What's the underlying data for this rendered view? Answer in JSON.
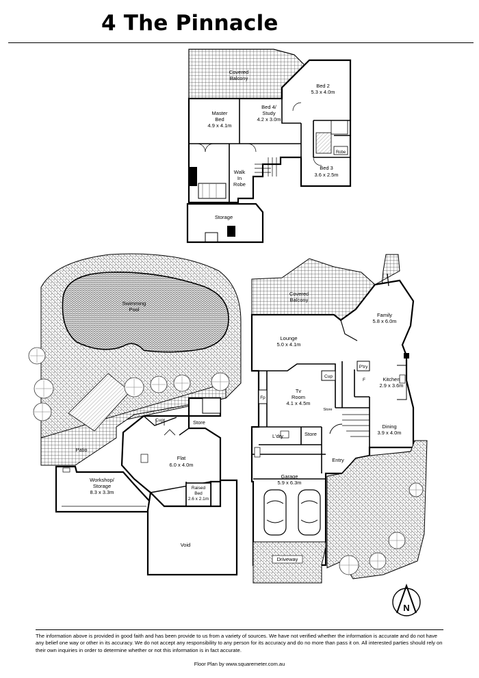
{
  "title": "4 The Pinnacle",
  "upper_floor": {
    "covered_balcony": [
      "Covered",
      "Balcony"
    ],
    "master_bed": {
      "name": [
        "Master",
        "Bed"
      ],
      "size": "4.9 x 4.1m"
    },
    "bed4": {
      "name": [
        "Bed 4/",
        "Study"
      ],
      "size": "4.2 x 3.0m"
    },
    "bed2": {
      "name": "Bed 2",
      "size": "5.3 x 4.0m"
    },
    "bed3": {
      "name": "Bed 3",
      "size": "3.6 x 2.5m"
    },
    "walk_in_robe": [
      "Walk",
      "In",
      "Robe"
    ],
    "robe": "Robe",
    "storage": "Storage"
  },
  "lower_left": {
    "pool": [
      "Swimming",
      "Pool"
    ],
    "patio": "Patio",
    "cup": "Cup",
    "store": "Store",
    "flat": {
      "name": "Flat",
      "size": "6.0 x 4.0m"
    },
    "raised_bed": {
      "name": [
        "Raised",
        "Bed"
      ],
      "size": "2.6 x 2.1m"
    },
    "workshop": {
      "name": [
        "Workshop/",
        "Storage"
      ],
      "size": "8.3 x 3.3m"
    },
    "void": "Void"
  },
  "lower_right": {
    "covered_balcony": [
      "Covered",
      "Balcony"
    ],
    "family": {
      "name": "Family",
      "size": "5.8 x 6.0m"
    },
    "lounge": {
      "name": "Lounge",
      "size": "5.0 x 4.1m"
    },
    "pantry": "P'try",
    "fridge": "F",
    "kitchen": {
      "name": "Kitchen",
      "size": "2.9 x 3.6m"
    },
    "cup": "Cup",
    "fp": "Fp",
    "tv_room": {
      "name": [
        "Tv",
        "Room"
      ],
      "size": "4.1 x 4.5m"
    },
    "store_small": "Store",
    "dining": {
      "name": "Dining",
      "size": "3.9 x 4.0m"
    },
    "laundry": "L'dry",
    "store": "Store",
    "entry": "Entry",
    "garage": {
      "name": "Garage",
      "size": "5.9 x 6.3m"
    },
    "driveway": "Driveway"
  },
  "north_marker": "N",
  "disclaimer": "The information above is provided in good faith and has been provide to us from a variety of sources. We have not verified whether the information is accurate and do not have any belief one way or other in its accuracy. We do not accept any responsibility to any person for its accuracy and do no more than pass it on. All interested parties should rely on their own inquiries in order to determine whether or not this information is in fact accurate.",
  "credit": "Floor Plan by www.squaremeter.com.au"
}
